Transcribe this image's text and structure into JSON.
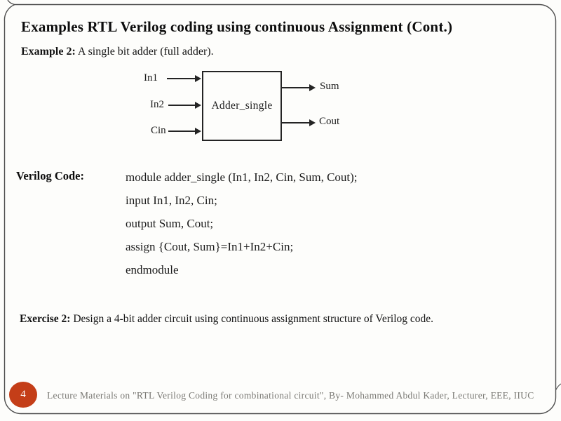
{
  "slide": {
    "title": "Examples RTL Verilog coding using continuous Assignment (Cont.)",
    "example": {
      "label": "Example 2:",
      "text": " A single bit adder (full adder)."
    },
    "diagram": {
      "block_label": "Adder_single",
      "inputs": [
        "In1",
        "In2",
        "Cin"
      ],
      "outputs": [
        "Sum",
        "Cout"
      ]
    },
    "code_section": {
      "label": "Verilog Code:",
      "lines": [
        "module adder_single (In1, In2, Cin, Sum, Cout);",
        "input In1, In2, Cin;",
        "output Sum, Cout;",
        "assign {Cout, Sum}=In1+In2+Cin;",
        "endmodule"
      ]
    },
    "exercise": {
      "label": "Exercise 2:",
      "text": " Design a 4-bit adder circuit using continuous assignment structure of Verilog code."
    },
    "footer": {
      "page_number": "4",
      "text": "Lecture Materials on \"RTL Verilog Coding for combinational circuit\", By- Mohammed Abdul Kader, Lecturer, EEE, IIUC"
    },
    "colors": {
      "accent_circle": "#C43E18",
      "frame_stroke": "#4d4d4d",
      "footer_text": "#7a7974",
      "diagram_ink": "#242424"
    }
  }
}
